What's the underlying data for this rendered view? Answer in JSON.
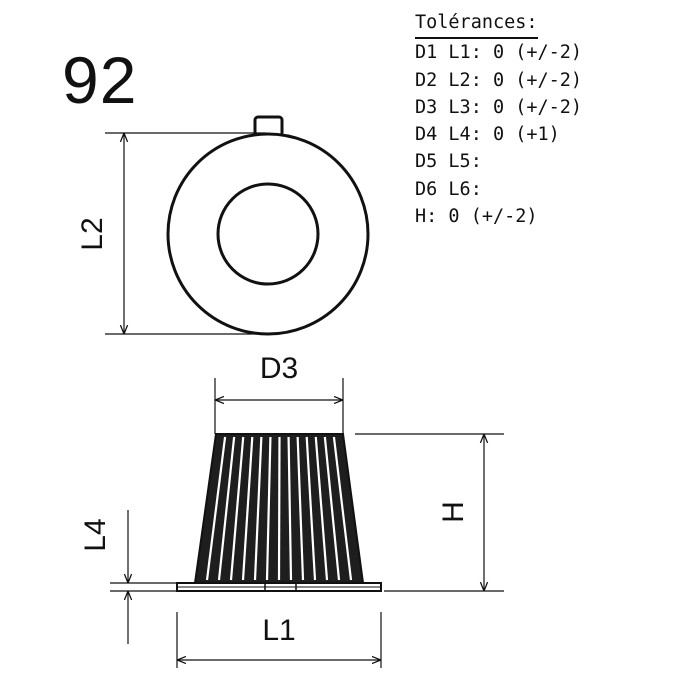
{
  "part_number": "92",
  "tolerances": {
    "title": "Tolérances:",
    "lines": [
      "D1 L1: 0 (+/-2)",
      "D2 L2: 0 (+/-2)",
      "D3 L3: 0 (+/-2)",
      "D4 L4: 0 (+1)",
      "D5 L5:",
      "D6 L6:",
      "H: 0 (+/-2)"
    ]
  },
  "dimension_labels": {
    "l2": "L2",
    "d3": "D3",
    "h": "H",
    "l4": "L4",
    "l1": "L1"
  },
  "colors": {
    "ink": "#111111",
    "background": "#ffffff"
  }
}
